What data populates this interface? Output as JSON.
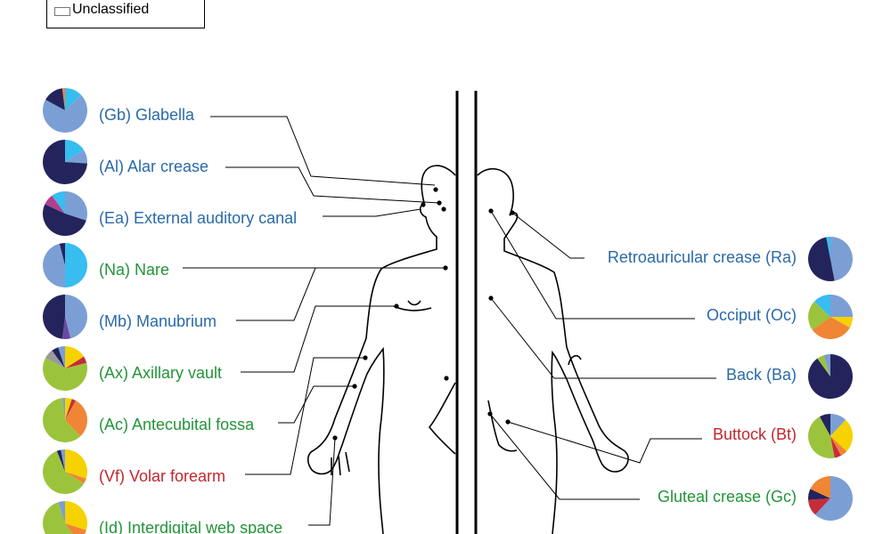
{
  "legend": {
    "item": "Unclassified"
  },
  "colors": {
    "blue": "#2a6aa8",
    "green": "#23943a",
    "red": "#c1272d",
    "navy": "#23245c",
    "steel": "#7b9fd4",
    "sky": "#37bdf0",
    "lime": "#9bc43c",
    "yellow": "#f5d200",
    "orange": "#f08535",
    "crimson": "#c62d3a",
    "magenta": "#b13f8e",
    "gray": "#9a9a9a",
    "purple": "#6a4aa0"
  },
  "sites_left": [
    {
      "label": "(Gb) Glabella",
      "color": "blue",
      "pie": [
        [
          "sky",
          0.13
        ],
        [
          "steel",
          0.7
        ],
        [
          "navy",
          0.15
        ],
        [
          "orange",
          0.02
        ]
      ]
    },
    {
      "label": "(Al) Alar crease",
      "color": "blue",
      "pie": [
        [
          "sky",
          0.16
        ],
        [
          "steel",
          0.1
        ],
        [
          "navy",
          0.74
        ]
      ]
    },
    {
      "label": "(Ea) External auditory canal",
      "color": "blue",
      "pie": [
        [
          "steel",
          0.3
        ],
        [
          "navy",
          0.52
        ],
        [
          "magenta",
          0.08
        ],
        [
          "sky",
          0.1
        ]
      ]
    },
    {
      "label": "(Na) Nare",
      "color": "green",
      "pie": [
        [
          "sky",
          0.5
        ],
        [
          "steel",
          0.46
        ],
        [
          "navy",
          0.04
        ]
      ]
    },
    {
      "label": "(Mb) Manubrium",
      "color": "blue",
      "pie": [
        [
          "steel",
          0.46
        ],
        [
          "purple",
          0.06
        ],
        [
          "navy",
          0.48
        ]
      ]
    },
    {
      "label": "(Ax) Axillary vault",
      "color": "green",
      "pie": [
        [
          "yellow",
          0.16
        ],
        [
          "crimson",
          0.05
        ],
        [
          "lime",
          0.62
        ],
        [
          "gray",
          0.07
        ],
        [
          "navy",
          0.05
        ],
        [
          "steel",
          0.05
        ]
      ]
    },
    {
      "label": "(Ac) Antecubital fossa",
      "color": "green",
      "pie": [
        [
          "yellow",
          0.05
        ],
        [
          "crimson",
          0.03
        ],
        [
          "orange",
          0.3
        ],
        [
          "lime",
          0.6
        ],
        [
          "steel",
          0.02
        ]
      ]
    },
    {
      "label": "(Vf) Volar forearm",
      "color": "red",
      "pie": [
        [
          "yellow",
          0.3
        ],
        [
          "orange",
          0.04
        ],
        [
          "lime",
          0.6
        ],
        [
          "navy",
          0.03
        ],
        [
          "steel",
          0.03
        ]
      ]
    },
    {
      "label": "(Id) Interdigital web space",
      "color": "green",
      "pie": [
        [
          "yellow",
          0.3
        ],
        [
          "orange",
          0.1
        ],
        [
          "lime",
          0.55
        ],
        [
          "steel",
          0.05
        ]
      ]
    }
  ],
  "sites_right": [
    {
      "label": "Retroauricular crease (Ra)",
      "color": "blue",
      "pie": [
        [
          "steel",
          0.47
        ],
        [
          "navy",
          0.5
        ],
        [
          "sky",
          0.03
        ]
      ]
    },
    {
      "label": "Occiput (Oc)",
      "color": "blue",
      "pie": [
        [
          "steel",
          0.25
        ],
        [
          "yellow",
          0.08
        ],
        [
          "orange",
          0.32
        ],
        [
          "lime",
          0.22
        ],
        [
          "sky",
          0.13
        ]
      ]
    },
    {
      "label": "Back (Ba)",
      "color": "blue",
      "pie": [
        [
          "navy",
          0.9
        ],
        [
          "lime",
          0.05
        ],
        [
          "steel",
          0.05
        ]
      ]
    },
    {
      "label": "Buttock (Bt)",
      "color": "red",
      "pie": [
        [
          "steel",
          0.12
        ],
        [
          "yellow",
          0.25
        ],
        [
          "orange",
          0.05
        ],
        [
          "crimson",
          0.05
        ],
        [
          "lime",
          0.45
        ],
        [
          "navy",
          0.08
        ]
      ]
    },
    {
      "label": "Gluteal crease (Gc)",
      "color": "green",
      "pie": [
        [
          "steel",
          0.62
        ],
        [
          "crimson",
          0.12
        ],
        [
          "navy",
          0.08
        ],
        [
          "orange",
          0.18
        ]
      ]
    }
  ]
}
